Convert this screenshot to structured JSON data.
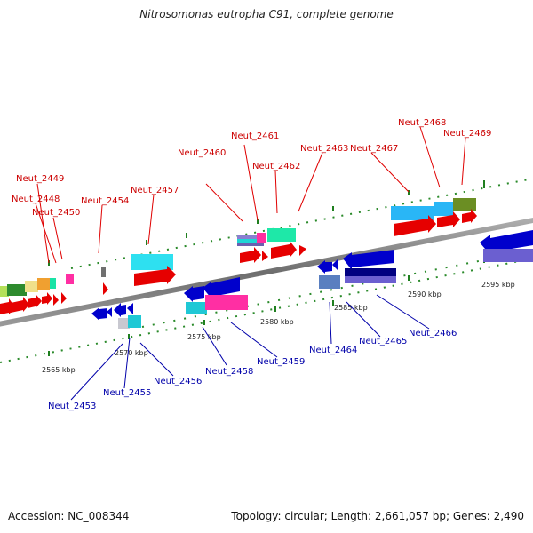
{
  "title": "Nitrosomonas eutropha C91, complete genome",
  "accession": "Accession: NC_008344",
  "summary": "Topology: circular; Length: 2,661,057 bp; Genes: 2,490",
  "colors": {
    "forward_label": "#cc0000",
    "reverse_label": "#0000aa",
    "backbone": "#888888",
    "ticks": "#1e8a1e"
  },
  "scale_ticks": [
    "2565 kbp",
    "2570 kbp",
    "2575 kbp",
    "2580 kbp",
    "2585 kbp",
    "2590 kbp",
    "2595 kbp"
  ],
  "top_labels": [
    "Neut_2449",
    "Neut_2448",
    "Neut_2450",
    "Neut_2454",
    "Neut_2457",
    "Neut_2460",
    "Neut_2461",
    "Neut_2462",
    "Neut_2463",
    "Neut_2467",
    "Neut_2468",
    "Neut_2469"
  ],
  "bottom_labels": [
    "Neut_2453",
    "Neut_2455",
    "Neut_2456",
    "Neut_2458",
    "Neut_2459",
    "Neut_2464",
    "Neut_2465",
    "Neut_2466"
  ]
}
